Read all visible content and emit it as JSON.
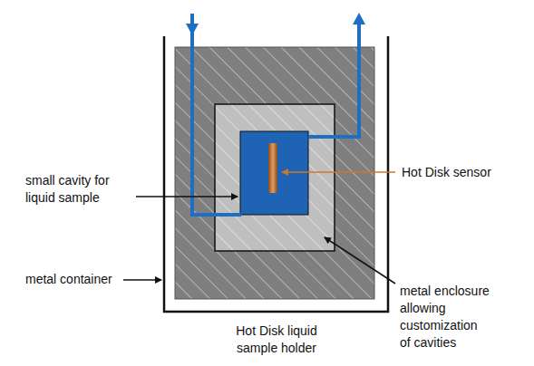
{
  "diagram": {
    "caption": "Hot Disk liquid sample holder",
    "labels": [
      "small cavity for liquid sample",
      "Hot Disk sensor",
      "metal container",
      "metal enclosure allowing customization of cavities"
    ]
  }
}
